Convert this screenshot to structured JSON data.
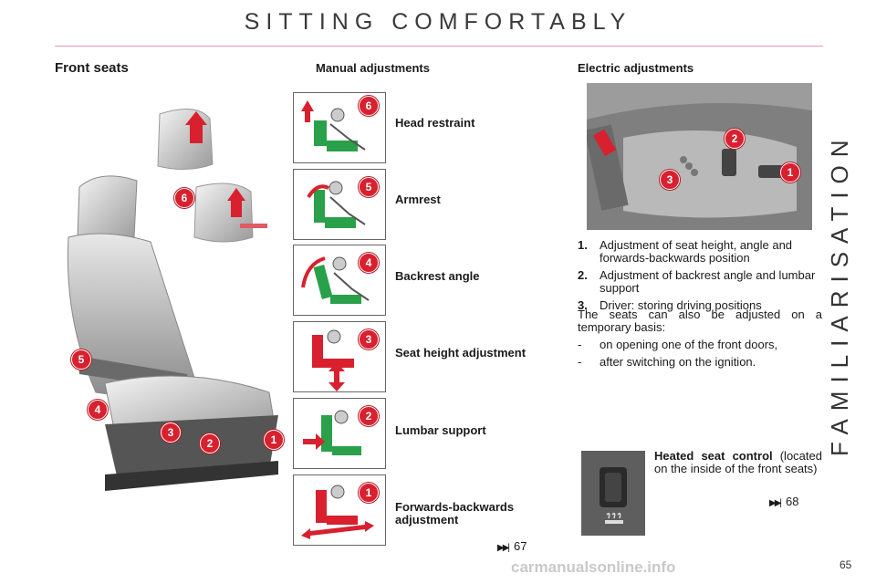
{
  "header": {
    "title": "SITTING COMFORTABLY",
    "side_title": "FAMILIARISATION"
  },
  "sections": {
    "front_seats": "Front seats",
    "manual": "Manual adjustments",
    "electric": "Electric adjustments"
  },
  "manual_items": [
    {
      "num": "6",
      "label": "Head restraint"
    },
    {
      "num": "5",
      "label": "Armrest"
    },
    {
      "num": "4",
      "label": "Backrest angle"
    },
    {
      "num": "3",
      "label": "Seat height adjustment"
    },
    {
      "num": "2",
      "label": "Lumbar support"
    },
    {
      "num": "1",
      "label": "Forwards-backwards adjustment"
    }
  ],
  "manual_ref": "67",
  "seat_badges": [
    "6",
    "5",
    "4",
    "3",
    "2",
    "1"
  ],
  "electric_badges": [
    "2",
    "3",
    "1"
  ],
  "electric_list": [
    {
      "num": "1.",
      "text": "Adjustment of seat height, angle and forwards-backwards position"
    },
    {
      "num": "2.",
      "text": "Adjustment of backrest angle and lumbar support"
    },
    {
      "num": "3.",
      "text": "Driver: storing driving positions"
    }
  ],
  "electric_note": "The seats can also be adjusted on a temporary basis:",
  "electric_dashes": [
    "on opening one of the front doors,",
    "after switching on the ignition."
  ],
  "heated": {
    "title": "Heated seat control",
    "text": " (located on the inside of the front seats)",
    "ref": "68"
  },
  "page_number": "65",
  "watermark": "carmanualsonline.info"
}
